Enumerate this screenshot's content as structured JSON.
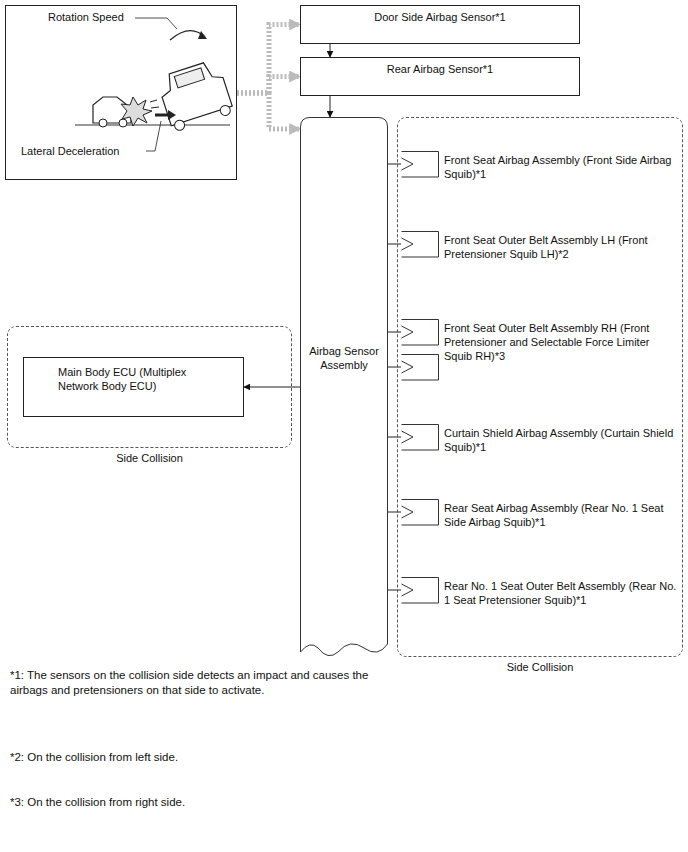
{
  "diagram": {
    "nodes": [
      {
        "text": [
          "Rotation Speed",
          "Lateral Deceleration"
        ]
      },
      {
        "text": [
          "Door Side Airbag Sensor*1"
        ]
      },
      {
        "text": [
          "Rear Airbag Sensor*1"
        ]
      },
      {
        "text": [
          "Airbag Sensor Assembly"
        ]
      },
      {
        "text": [
          "Side Collision"
        ]
      },
      {
        "text": [
          "Main Body ECU (Multiplex Network Body ECU)"
        ],
        "in": 4
      },
      {
        "text": [
          "Side Collision"
        ]
      },
      {
        "text": [
          "Front Seat Airbag Assembly (Front Side Airbag Squib)*1"
        ],
        "in": 6
      },
      {
        "text": [
          "Front Seat Outer Belt Assembly LH (Front Pretensioner Squib LH)*2"
        ],
        "in": 6
      },
      {
        "text": [
          "Front Seat Outer Belt Assembly RH (Front Pretensioner and Selectable Force Limiter Squib RH)*3"
        ],
        "in": 6
      },
      {
        "text": [
          "Curtain Shield Airbag Assembly (Curtain Shield Squib)*1"
        ],
        "in": 6
      },
      {
        "text": [
          "Rear Seat Airbag Assembly (Rear No. 1 Seat Side Airbag Squib)*1"
        ],
        "in": 6
      },
      {
        "text": [
          "Rear No. 1 Seat Outer Belt Assembly (Rear No. 1 Seat Pretensioner Squib)*1"
        ],
        "in": 6
      }
    ],
    "edges": [
      {
        "from": 0,
        "to": 1,
        "arrow": "to"
      },
      {
        "from": 0,
        "to": 2,
        "arrow": "to"
      },
      {
        "from": 0,
        "to": 3,
        "arrow": "to"
      },
      {
        "from": 1,
        "to": 2,
        "arrow": "to"
      },
      {
        "from": 2,
        "to": 3,
        "arrow": "to"
      },
      {
        "from": 3,
        "to": 5,
        "arrow": "to"
      },
      {
        "from": 3,
        "to": 7,
        "arrow": "none"
      },
      {
        "from": 3,
        "to": 8,
        "arrow": "none"
      },
      {
        "from": 3,
        "to": 9,
        "arrow": "none"
      },
      {
        "from": 3,
        "to": 9,
        "arrow": "none"
      },
      {
        "from": 3,
        "to": 10,
        "arrow": "none"
      },
      {
        "from": 3,
        "to": 11,
        "arrow": "none"
      },
      {
        "from": 3,
        "to": 12,
        "arrow": "none"
      }
    ],
    "labels": [
      "*1: The sensors on the collision side detects an impact and causes the airbags and pretensioners on that side to activate.",
      "*2: On the collision from left side.",
      "*3: On the collision from right side."
    ]
  }
}
